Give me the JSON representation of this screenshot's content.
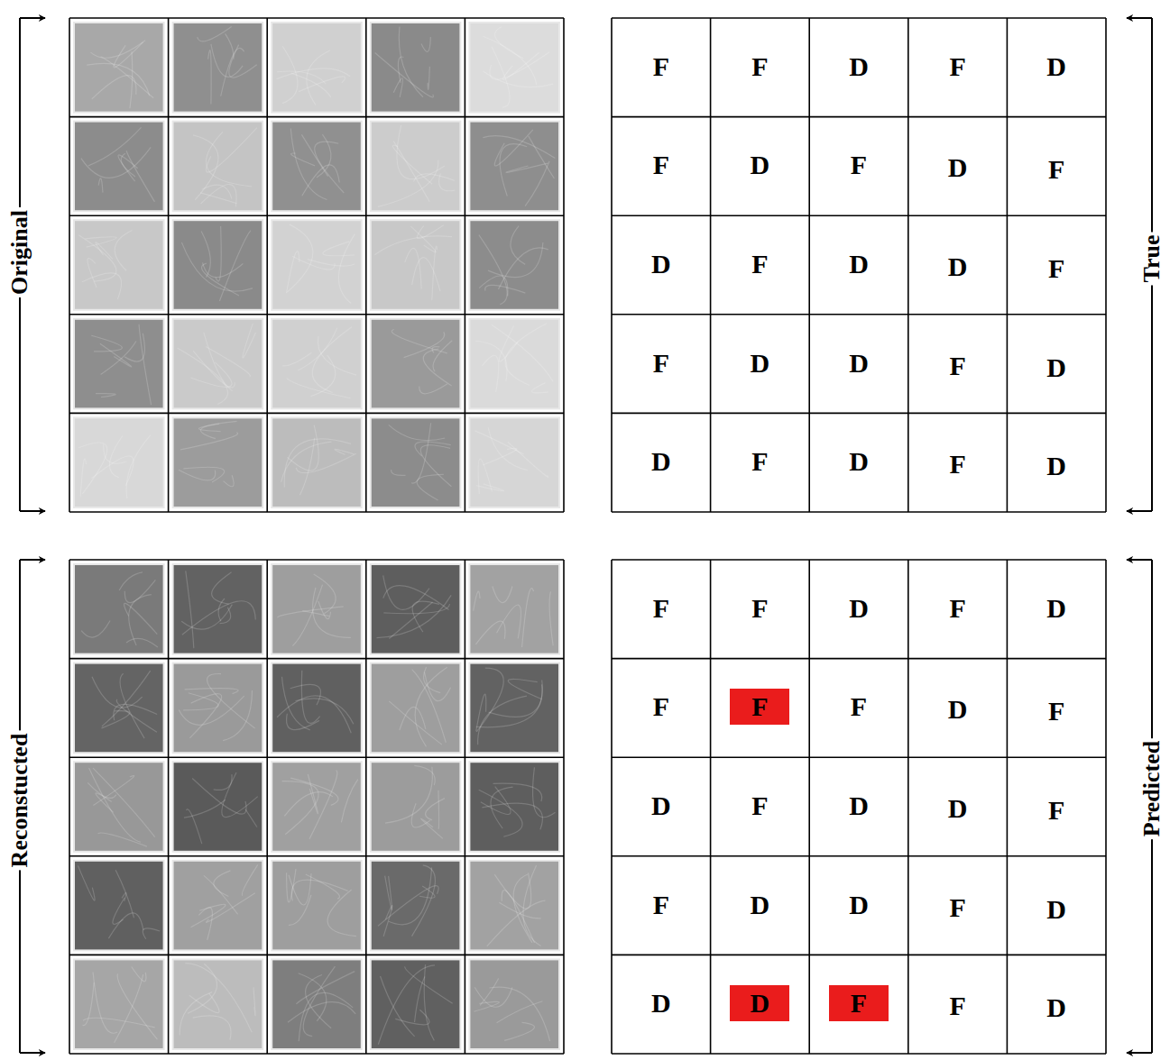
{
  "diagram": {
    "labels": [
      "Original",
      "F",
      "F",
      "D",
      "F",
      "D",
      "F",
      "D",
      "F",
      "D",
      "F",
      "D",
      "F",
      "D",
      "D",
      "F",
      "F",
      "D",
      "D",
      "F",
      "D",
      "D",
      "F",
      "D",
      "F",
      "D",
      "True",
      "Reconstucted",
      "F",
      "F",
      "D",
      "F",
      "D",
      "F",
      "F",
      "F",
      "D",
      "F",
      "D",
      "F",
      "D",
      "D",
      "F",
      "F",
      "D",
      "D",
      "F",
      "D",
      "D",
      "D",
      "F",
      "F",
      "D",
      "Predicted"
    ]
  }
}
